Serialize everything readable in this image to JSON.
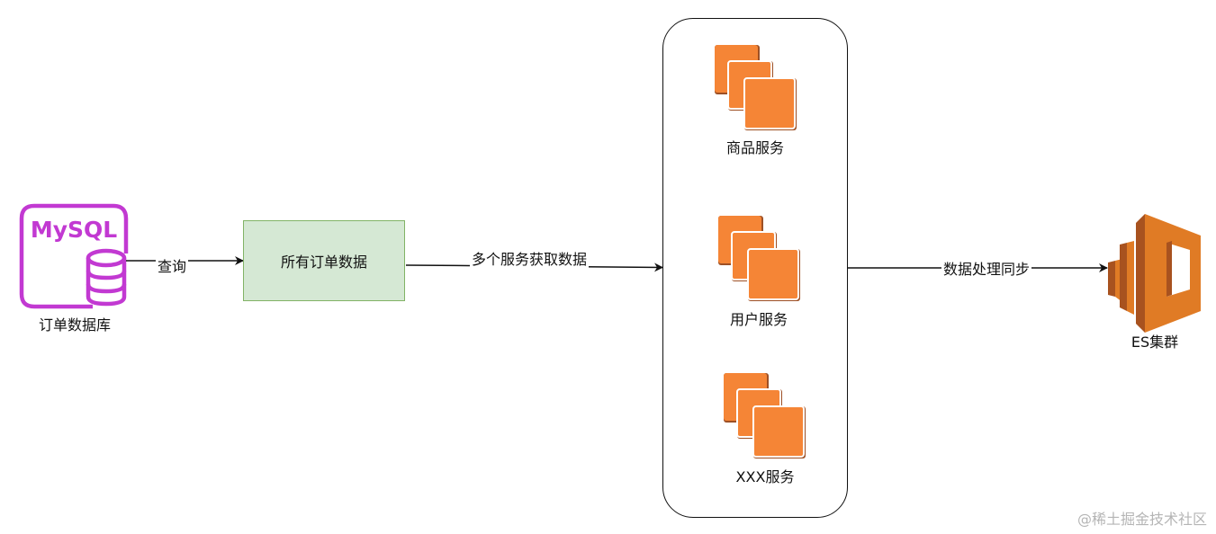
{
  "nodes": {
    "mysql": {
      "logo_text": "MySQL",
      "label": "订单数据库",
      "color": "#c239d2"
    },
    "order_data": {
      "label": "所有订单数据",
      "fill": "#d5e8d4",
      "stroke": "#82b366"
    },
    "services": [
      {
        "label": "商品服务",
        "icon": "aws-compute-instances-icon"
      },
      {
        "label": "用户服务",
        "icon": "aws-compute-instances-icon"
      },
      {
        "label": "XXX服务",
        "icon": "aws-compute-instances-icon"
      }
    ],
    "es": {
      "label": "ES集群",
      "icon": "aws-elasticsearch-icon",
      "color": "#e07b25"
    }
  },
  "edges": {
    "query": "查询",
    "fetch": "多个服务获取数据",
    "sync": "数据处理同步"
  },
  "watermark": "@稀土掘金技术社区",
  "colors": {
    "aws_orange": "#f58536",
    "aws_orange_dark": "#9d5025"
  }
}
